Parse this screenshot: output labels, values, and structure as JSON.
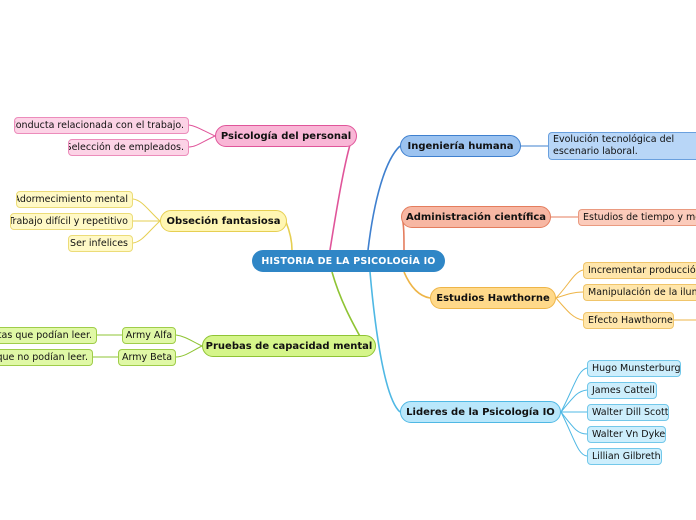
{
  "central": {
    "label": "HISTORIA DE LA PSICOLOGÍA IO"
  },
  "branches": {
    "psicologia_personal": {
      "label": "Psicología del personal",
      "color": "#e0559a",
      "items": [
        "Conducta relacionada con el trabajo.",
        "Selección de empleados."
      ]
    },
    "obsesion_fantasiosa": {
      "label": "Obseción fantasiosa",
      "color": "#e6cf52",
      "items": [
        "Adormecimiento mental",
        "Trabajo difícil y repetitivo",
        "Ser infelices"
      ]
    },
    "pruebas_capacidad": {
      "label": "Pruebas de capacidad mental",
      "color": "#8fc434",
      "items": [
        "Army Alfa",
        "Army Beta"
      ],
      "subitems": [
        "Reclutas que podían leer.",
        "Reclutas que no podían leer."
      ]
    },
    "ingenieria_humana": {
      "label": "Ingeniería humana",
      "color": "#3f80cf",
      "items": [
        "Evolución tecnológica del escenario laboral."
      ]
    },
    "administracion_cientifica": {
      "label": "Administración científica",
      "color": "#e47d5e",
      "items": [
        "Estudios de tiempo y movimiento."
      ]
    },
    "estudios_hawthorne": {
      "label": "Estudios Hawthorne",
      "color": "#eeb548",
      "items": [
        "Incrementar producción.",
        "Manipulación de la iluminación.",
        "Efecto Hawthorne."
      ]
    },
    "lideres": {
      "label": "Lideres de la Psicología IO",
      "color": "#4fb8e4",
      "items": [
        "Hugo Munsterburg",
        "James Cattell",
        "Walter Dill Scott",
        "Walter Vn Dyke",
        "Lillian Gilbreth"
      ]
    }
  }
}
